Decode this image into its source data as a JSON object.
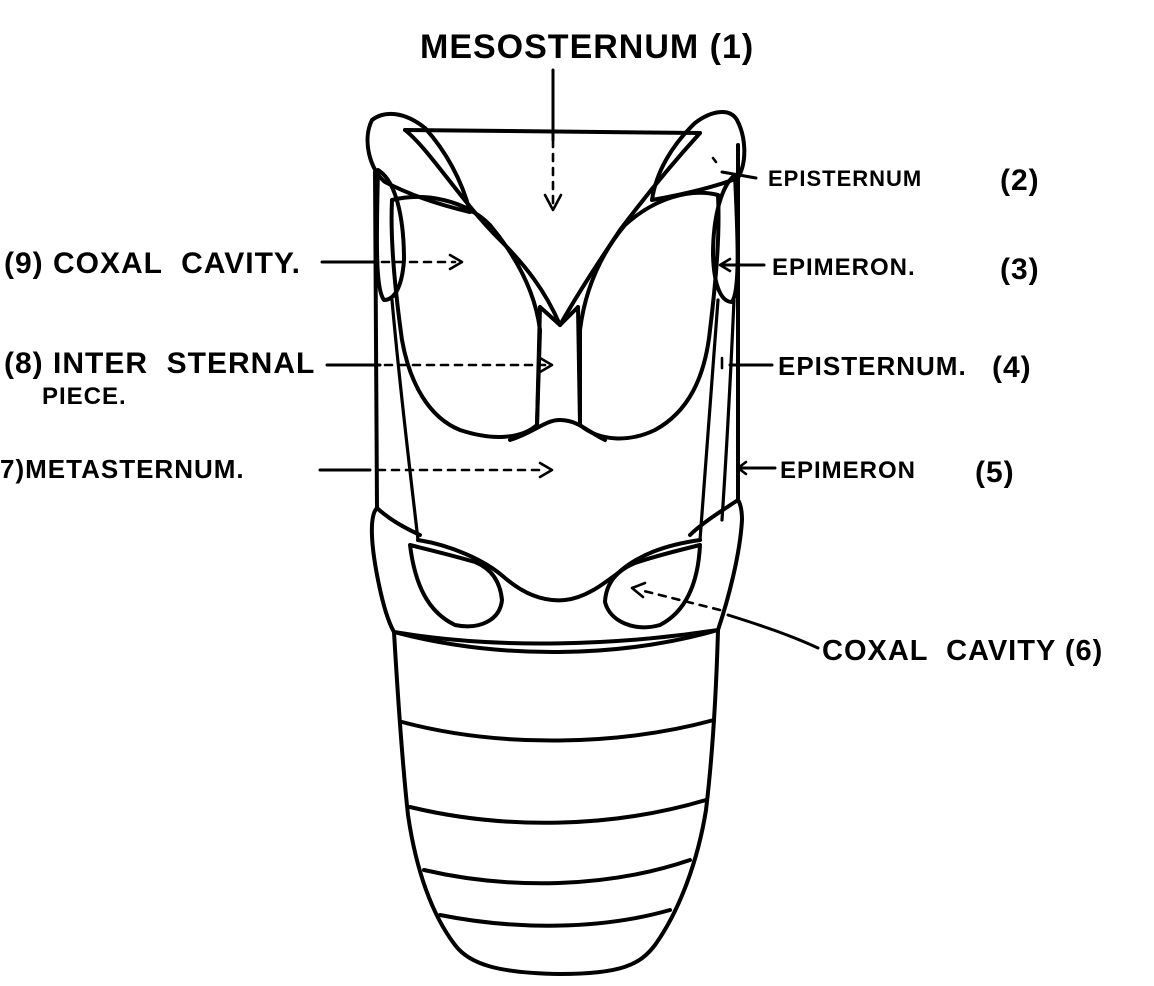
{
  "colors": {
    "ink": "#000000",
    "paper": "#ffffff"
  },
  "labels": {
    "mesosternum": "MESOSTERNUM (1)",
    "episternum_2": "EPISTERNUM",
    "episternum_2_num": "(2)",
    "epimeron_3": "EPIMERON.",
    "epimeron_3_num": "(3)",
    "episternum_4": "EPISTERNUM.",
    "episternum_4_num": "(4)",
    "epimeron_5": "EPIMERON",
    "epimeron_5_num": "(5)",
    "coxal_cavity_6": "COXAL  CAVITY (6)",
    "coxal_cavity_9": "(9) COXAL  CAVITY.",
    "inter_sternal_line1": "(8) INTER  STERNAL",
    "inter_sternal_line2": "PIECE.",
    "metasternum": "7)METASTERNUM."
  }
}
